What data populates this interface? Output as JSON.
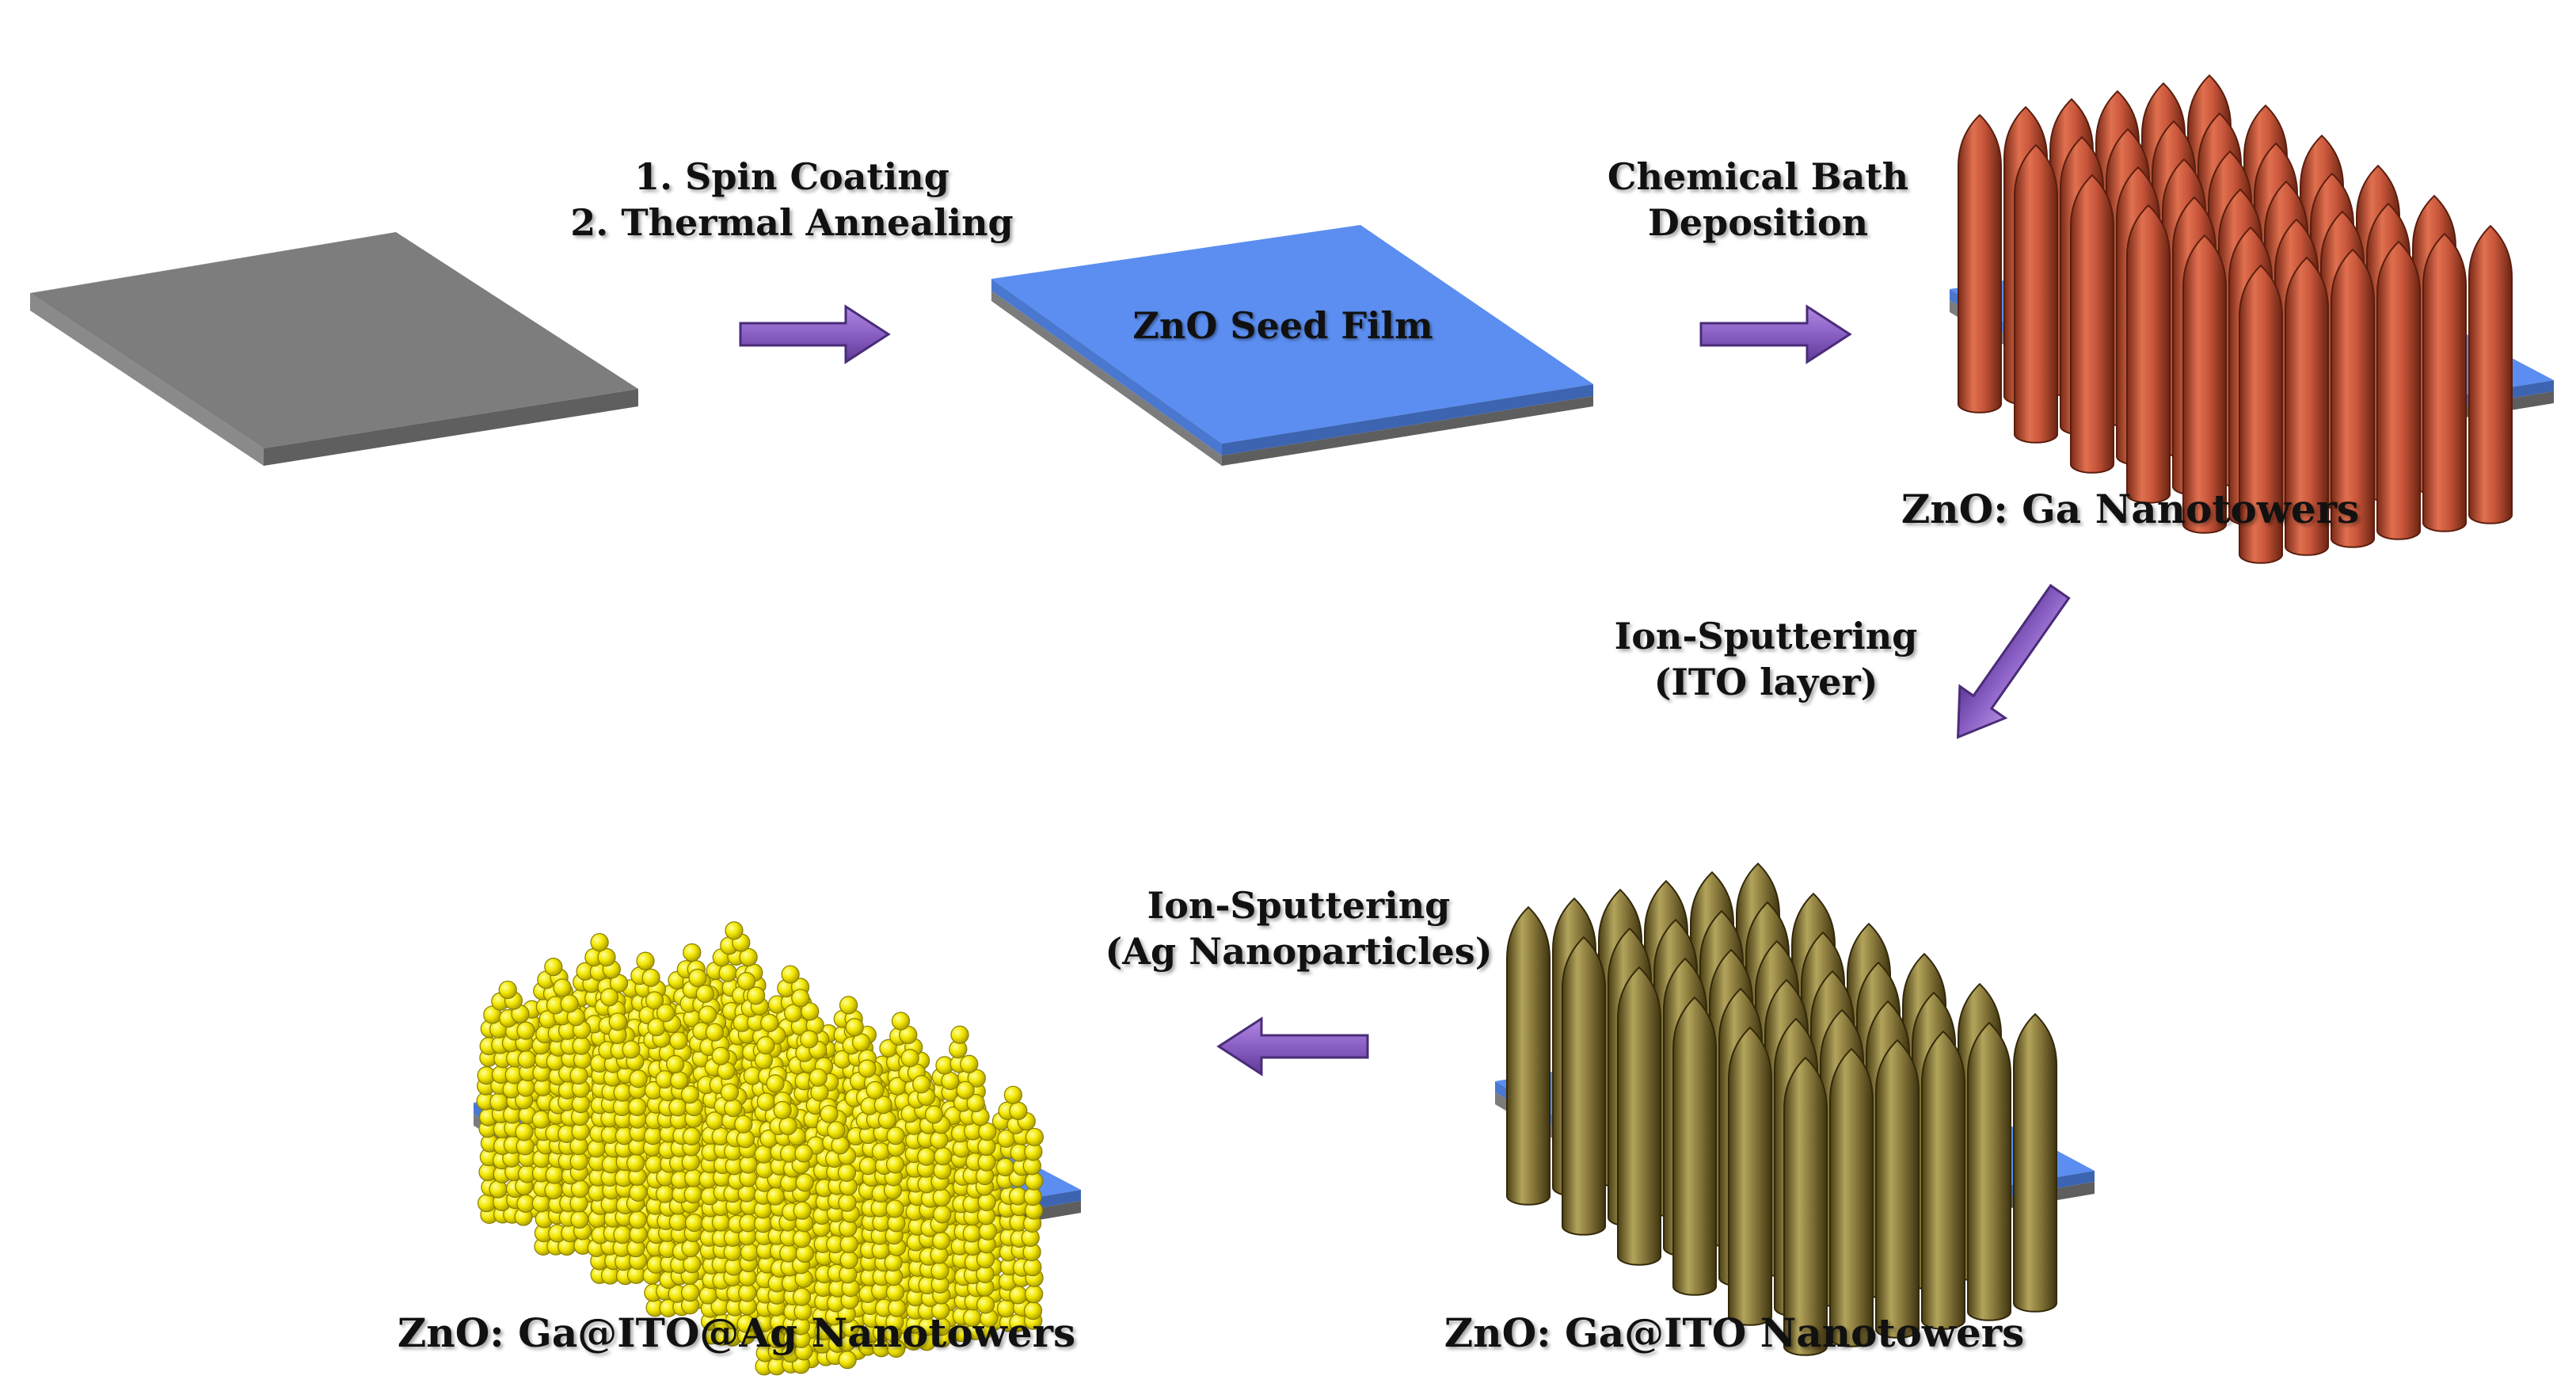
{
  "process_steps": {
    "step1": "1. Spin Coating\n2. Thermal Annealing",
    "step2": "Chemical Bath\nDeposition",
    "step3": "Ion-Sputtering\n(ITO layer)",
    "step4": "Ion-Sputtering\n(Ag Nanoparticles)"
  },
  "stages": {
    "substrate": "",
    "seed_film": "ZnO Seed Film",
    "ga_nanotowers": "ZnO: Ga Nanotowers",
    "ito_nanotowers": "ZnO: Ga@ITO Nanotowers",
    "ag_nanotowers": "ZnO: Ga@ITO@Ag Nanotowers"
  },
  "colors": {
    "substrate_top": "#7a7a7a",
    "substrate_side": "#5e5e5e",
    "seed_film": "#5b8ef0",
    "ga_rod": "#c8553a",
    "ito_rod": "#8a7a3c",
    "ag_particle": "#f2e600",
    "arrow": "#8a5fc4"
  }
}
